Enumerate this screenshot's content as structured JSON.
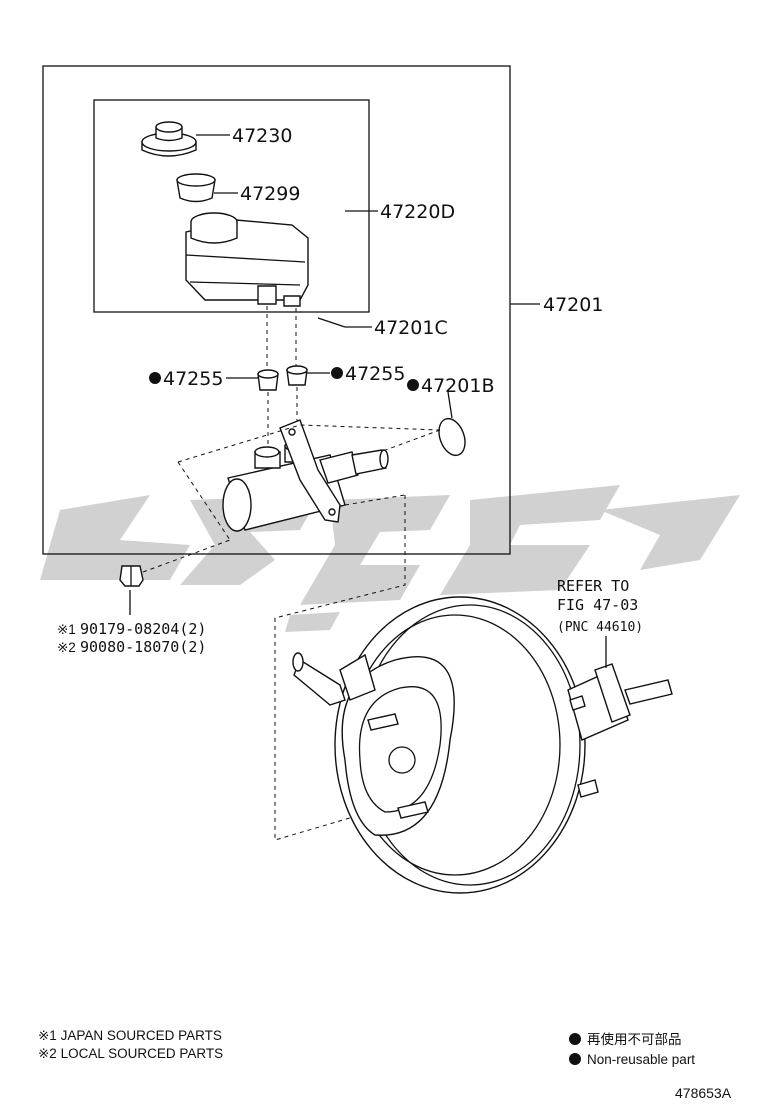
{
  "labels": {
    "cap": "47230",
    "strainer": "47299",
    "reservoir": "47220D",
    "pin": "47201C",
    "assembly": "47201",
    "grommet_left": "47255",
    "grommet_right": "47255",
    "oring": "47201B",
    "nut_japan": "90179-08204(2)",
    "nut_local": "90080-18070(2)",
    "nut_japan_mark": "※1",
    "nut_local_mark": "※2",
    "refer_line1": "REFER TO",
    "refer_line2": "FIG 47-03",
    "refer_line3": "(PNC 44610)"
  },
  "notes": {
    "note1": "※1 JAPAN SOURCED PARTS",
    "note2": "※2 LOCAL SOURCED PARTS"
  },
  "legend": {
    "jp": "再使用不可部品",
    "en": "Non-reusable part"
  },
  "figure_id": "478653A",
  "colors": {
    "line": "#111111",
    "watermark": "#c9c9c9"
  }
}
